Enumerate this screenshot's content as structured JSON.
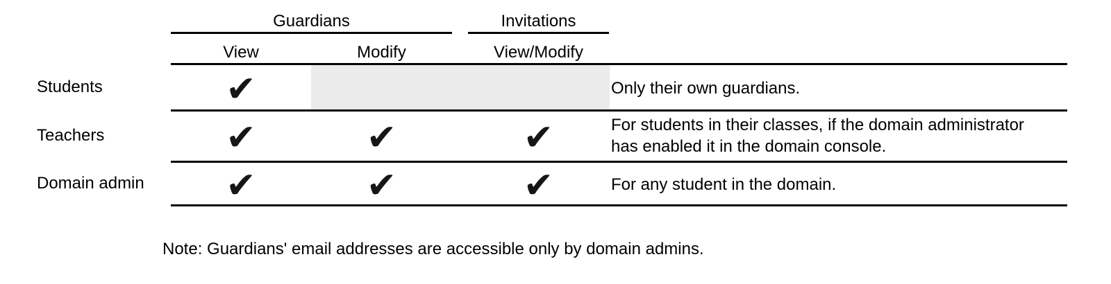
{
  "table": {
    "column_groups": [
      {
        "label": "Guardians",
        "columns": [
          "View",
          "Modify"
        ]
      },
      {
        "label": "Invitations",
        "columns": [
          "View/Modify"
        ]
      }
    ],
    "rows": [
      {
        "label": "Students",
        "permissions": {
          "guardians_view": true,
          "guardians_modify": false,
          "invitations_view_modify": false
        },
        "note": "Only their own guardians.",
        "note_lines": [
          "Only their own guardians."
        ]
      },
      {
        "label": "Teachers",
        "permissions": {
          "guardians_view": true,
          "guardians_modify": true,
          "invitations_view_modify": true
        },
        "note": "For students in their classes, if the domain administrator has enabled it in the domain console.",
        "note_lines": [
          "For students in their classes, if the domain administrator",
          "has enabled it in the domain console."
        ]
      },
      {
        "label": "Domain admin",
        "permissions": {
          "guardians_view": true,
          "guardians_modify": true,
          "invitations_view_modify": true
        },
        "note": "For any student in the domain.",
        "note_lines": [
          "For any student in the domain."
        ]
      }
    ]
  },
  "icons": {
    "check": "✔"
  },
  "footnote": "Note: Guardians' email addresses are accessible only by domain admins.",
  "colors": {
    "text": "#000000",
    "rule": "#000000",
    "check": "#161616",
    "disabled_cell": "#ebebeb",
    "background": "#ffffff"
  }
}
